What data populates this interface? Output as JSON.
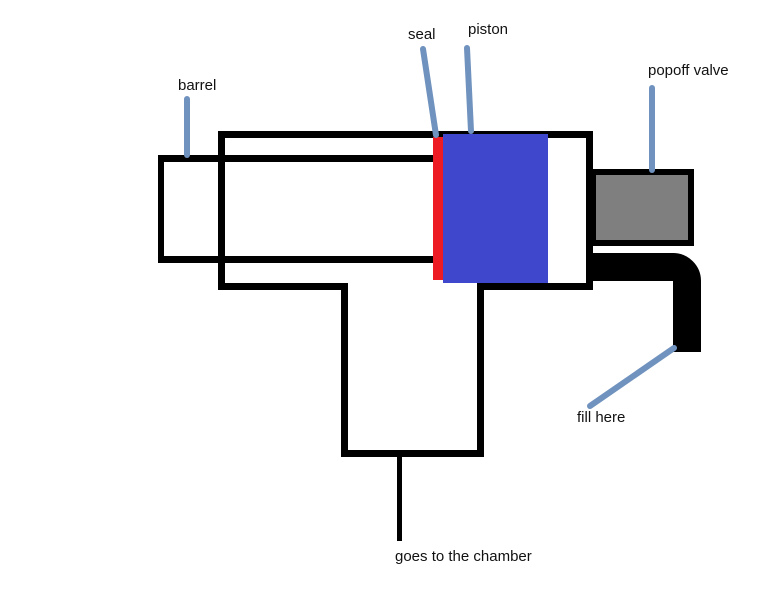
{
  "diagram": {
    "type": "hand-drawn pneumatic launcher schematic",
    "labels": {
      "barrel": "barrel",
      "seal": "seal",
      "piston": "piston",
      "popoff_valve": "popoff valve",
      "fill_here": "fill here",
      "chamber": "goes to the chamber"
    },
    "colors": {
      "outline": "#000000",
      "seal": "#ed1c24",
      "piston": "#3f48cc",
      "popoff_valve_fill": "#7f7f7f",
      "leader_line": "#7092be",
      "background": "#ffffff"
    }
  }
}
